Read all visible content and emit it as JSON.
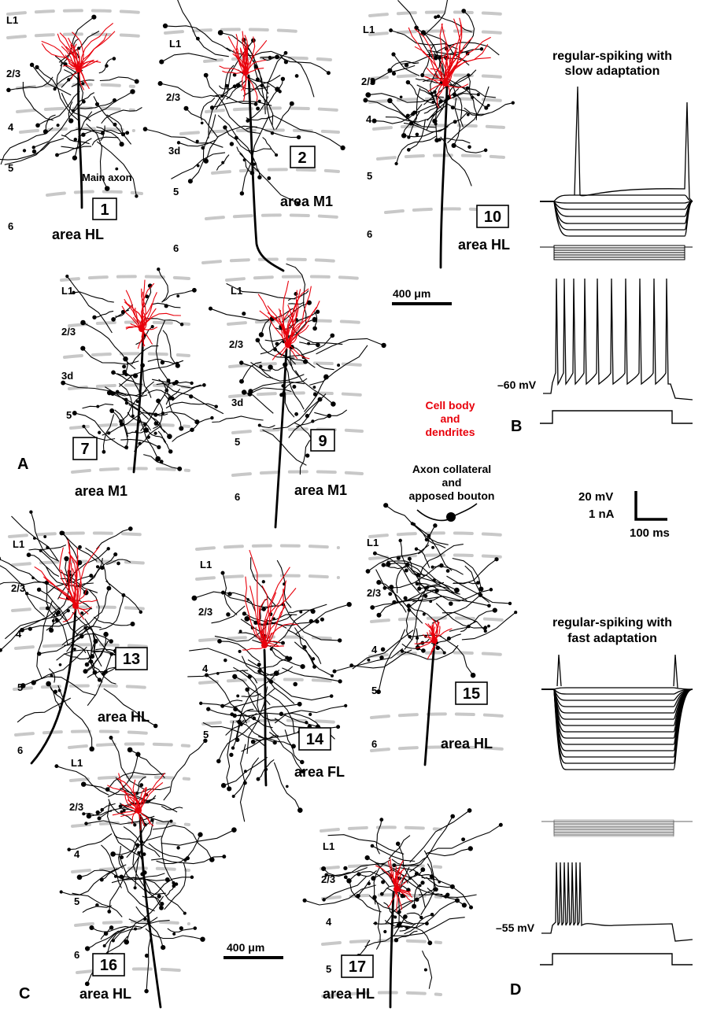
{
  "panels": {
    "A": "A",
    "B": "B",
    "C": "C",
    "D": "D"
  },
  "layers": {
    "l1": "L1",
    "l23": "2/3",
    "l3d": "3d",
    "l4": "4",
    "l5": "5",
    "l6": "6"
  },
  "cells": [
    {
      "id": "1",
      "area": "area HL"
    },
    {
      "id": "2",
      "area": "area M1"
    },
    {
      "id": "10",
      "area": "area HL"
    },
    {
      "id": "7",
      "area": "area M1"
    },
    {
      "id": "9",
      "area": "area M1"
    },
    {
      "id": "13",
      "area": "area HL"
    },
    {
      "id": "14",
      "area": "area FL"
    },
    {
      "id": "15",
      "area": "area HL"
    },
    {
      "id": "16",
      "area": "area HL"
    },
    {
      "id": "17",
      "area": "area HL"
    }
  ],
  "annotations": {
    "main_axon": "Main axon",
    "scale_bar_top": "400 μm",
    "scale_bar_bottom": "400 μm"
  },
  "legend": {
    "cell_body": [
      "Cell body",
      "and",
      "dendrites"
    ],
    "axon": [
      "Axon collateral",
      "and",
      "apposed bouton"
    ],
    "colors": {
      "dendrite": "#e8000b",
      "axon": "#000000",
      "boundary": "#c8c8c8"
    }
  },
  "traces": {
    "slow_title": [
      "regular-spiking with",
      "slow adaptation"
    ],
    "fast_title": [
      "regular-spiking with",
      "fast adaptation"
    ],
    "vm_slow": "–60 mV",
    "vm_fast": "–55 mV",
    "scale_mv": "20 mV",
    "scale_na": "1 nA",
    "scale_ms": "100 ms"
  }
}
